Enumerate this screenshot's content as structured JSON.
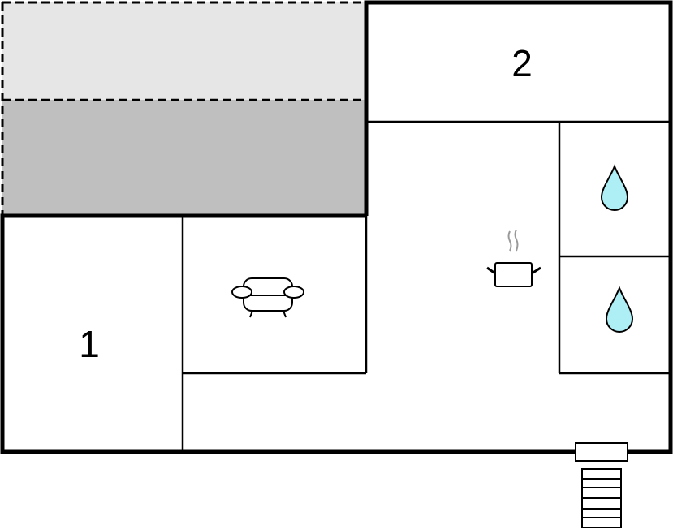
{
  "diagram": {
    "type": "floor-plan",
    "rooms": [
      {
        "id": "bedroom-1",
        "label": "1"
      },
      {
        "id": "bedroom-2",
        "label": "2"
      },
      {
        "id": "living-room",
        "icon": "sofa-icon"
      },
      {
        "id": "kitchen",
        "icon": "cooking-pot-icon"
      },
      {
        "id": "bathroom-1",
        "icon": "water-drop-icon"
      },
      {
        "id": "bathroom-2",
        "icon": "water-drop-icon"
      },
      {
        "id": "hallway"
      },
      {
        "id": "terrace-covered",
        "style": "dashed"
      },
      {
        "id": "terrace-open",
        "style": "dashed"
      }
    ],
    "entrance": {
      "icon": "stairs-icon"
    },
    "colors": {
      "wall": "#000000",
      "terrace_light": "#e6e6e6",
      "terrace_dark": "#bfbfbf",
      "water": "#aeeff5",
      "steam": "#999999"
    }
  }
}
